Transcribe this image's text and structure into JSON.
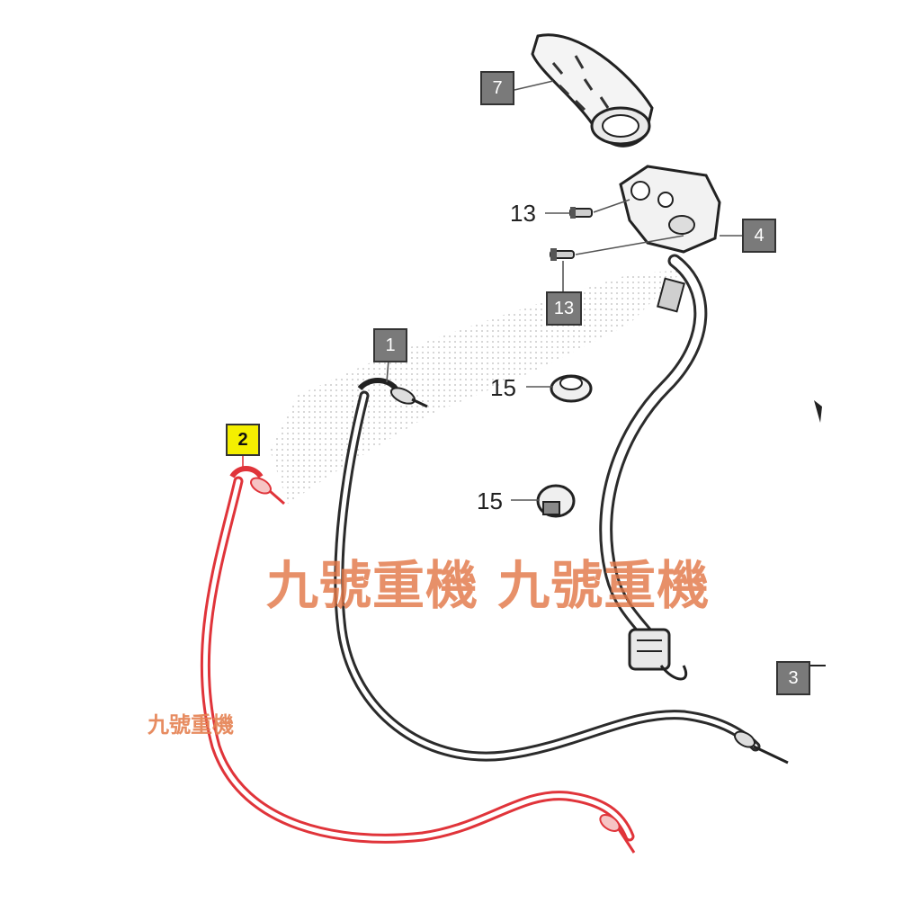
{
  "callouts": {
    "p7": "7",
    "p13a": "13",
    "p4": "4",
    "p13b": "13",
    "p1": "1",
    "p15a": "15",
    "p15b": "15",
    "p2": "2",
    "p3": "3"
  },
  "watermarks": {
    "large": "九號重機 九號重機",
    "small": "九號重機"
  },
  "colors": {
    "highlight_part": "#e0343a",
    "highlight_label": "#f4ef00",
    "label_box": "#7a7a7a",
    "cable": "#2b2b2b",
    "watermark": "#e27848"
  }
}
